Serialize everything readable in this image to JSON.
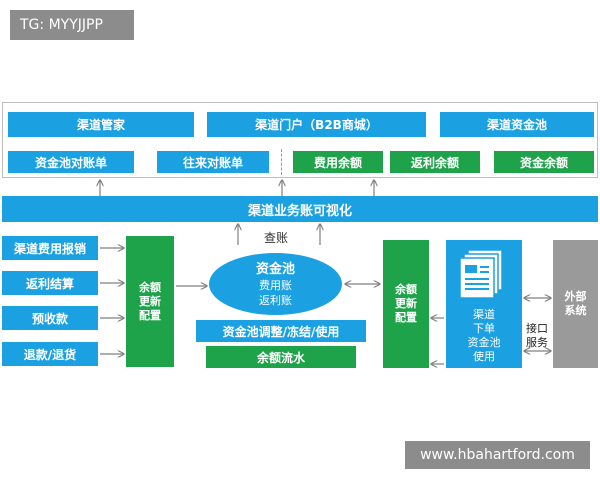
{
  "watermarks": {
    "top_left": "TG: MYYJJPP",
    "bottom_right": "www.hbahartford.com"
  },
  "top_row": {
    "channel_manager": "渠道管家",
    "channel_portal": "渠道门户（B2B商城）",
    "channel_fund_pool": "渠道资金池",
    "pool_reconciliation": "资金池对账单",
    "current_account_statement": "往来对账单",
    "expense_balance": "费用余额",
    "rebate_balance": "返利余额",
    "fund_balance": "资金余额"
  },
  "visualization_bar": "渠道业务账可视化",
  "query_label": "查账",
  "left_items": [
    "渠道费用报销",
    "返利结算",
    "预收款",
    "退款/退货"
  ],
  "balance_update_left": [
    "余额",
    "更新",
    "配置"
  ],
  "fund_pool": {
    "title": "资金池",
    "line1": "费用账",
    "line2": "返利账"
  },
  "pool_ops": "资金池调整/冻结/使用",
  "balance_flow": "余额流水",
  "balance_update_right": [
    "余额",
    "更新",
    "配置"
  ],
  "channel_usage": [
    "渠道",
    "下单",
    "资金池",
    "使用"
  ],
  "interface_service": [
    "接口",
    "服务"
  ],
  "external_system": [
    "外部",
    "系统"
  ],
  "colors": {
    "blue": "#1ba1e2",
    "green": "#1fa34a",
    "gray": "#9a9a9a"
  }
}
